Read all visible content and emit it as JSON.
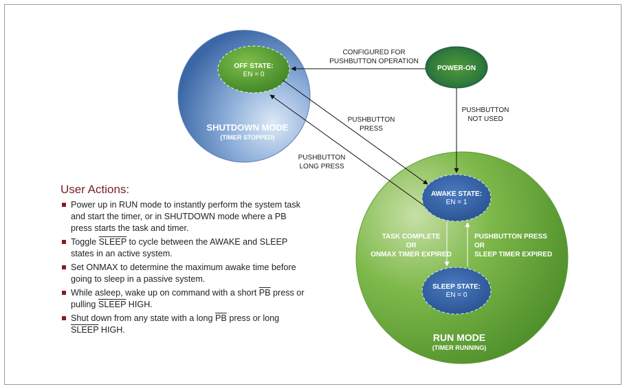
{
  "diagram": {
    "shutdown_mode": {
      "title": "SHUTDOWN MODE",
      "subtitle": "(TIMER STOPPED)"
    },
    "run_mode": {
      "title": "RUN MODE",
      "subtitle": "(TIMER RUNNING)"
    },
    "off_state": {
      "title": "OFF STATE:",
      "value": "EN = 0"
    },
    "power_on": {
      "title": "POWER-ON"
    },
    "awake_state": {
      "title": "AWAKE STATE:",
      "value": "EN = 1"
    },
    "sleep_state": {
      "title": "SLEEP STATE:",
      "value": "EN = 0"
    },
    "labels": {
      "configured_1": "CONFIGURED FOR",
      "configured_2": "PUSHBUTTON OPERATION",
      "pb_press_1": "PUSHBUTTON",
      "pb_press_2": "PRESS",
      "pb_not_used_1": "PUSHBUTTON",
      "pb_not_used_2": "NOT USED",
      "pb_long_1": "PUSHBUTTON",
      "pb_long_2": "LONG PRESS",
      "task_complete_1": "TASK COMPLETE",
      "task_complete_2": "OR",
      "task_complete_3": "ONMAX TIMER EXPIRED",
      "pb_press_or_1": "PUSHBUTTON PRESS",
      "pb_press_or_2": "OR",
      "pb_press_or_3": "SLEEP TIMER EXPIRED"
    },
    "colors": {
      "shutdown_blue": "#3f6fae",
      "run_green": "#6aa83a",
      "state_blue": "#2f5c9c",
      "state_green": "#5c9e34",
      "heading_red": "#7a1f22"
    }
  },
  "user_actions": {
    "heading": "User Actions:",
    "items": [
      {
        "parts": [
          {
            "t": "Power up in RUN mode to instantly perform the system task and start the timer, or in SHUTDOWN mode where a PB press starts the task and timer."
          }
        ]
      },
      {
        "parts": [
          {
            "t": "Toggle "
          },
          {
            "t": "SLEEP",
            "ov": true
          },
          {
            "t": " to cycle between the AWAKE and SLEEP states in an active system."
          }
        ]
      },
      {
        "parts": [
          {
            "t": "Set ONMAX to determine the maximum awake time before going to sleep in a passive system."
          }
        ]
      },
      {
        "parts": [
          {
            "t": "While asleep, wake up on command with a short "
          },
          {
            "t": "PB",
            "ov": true
          },
          {
            "t": " press or pulling "
          },
          {
            "t": "SLEEP",
            "ov": true
          },
          {
            "t": " HIGH."
          }
        ]
      },
      {
        "parts": [
          {
            "t": "Shut down from any state with a long "
          },
          {
            "t": "PB",
            "ov": true
          },
          {
            "t": " press or long "
          },
          {
            "t": "SLEEP",
            "ov": true
          },
          {
            "t": " HIGH."
          }
        ]
      }
    ]
  }
}
